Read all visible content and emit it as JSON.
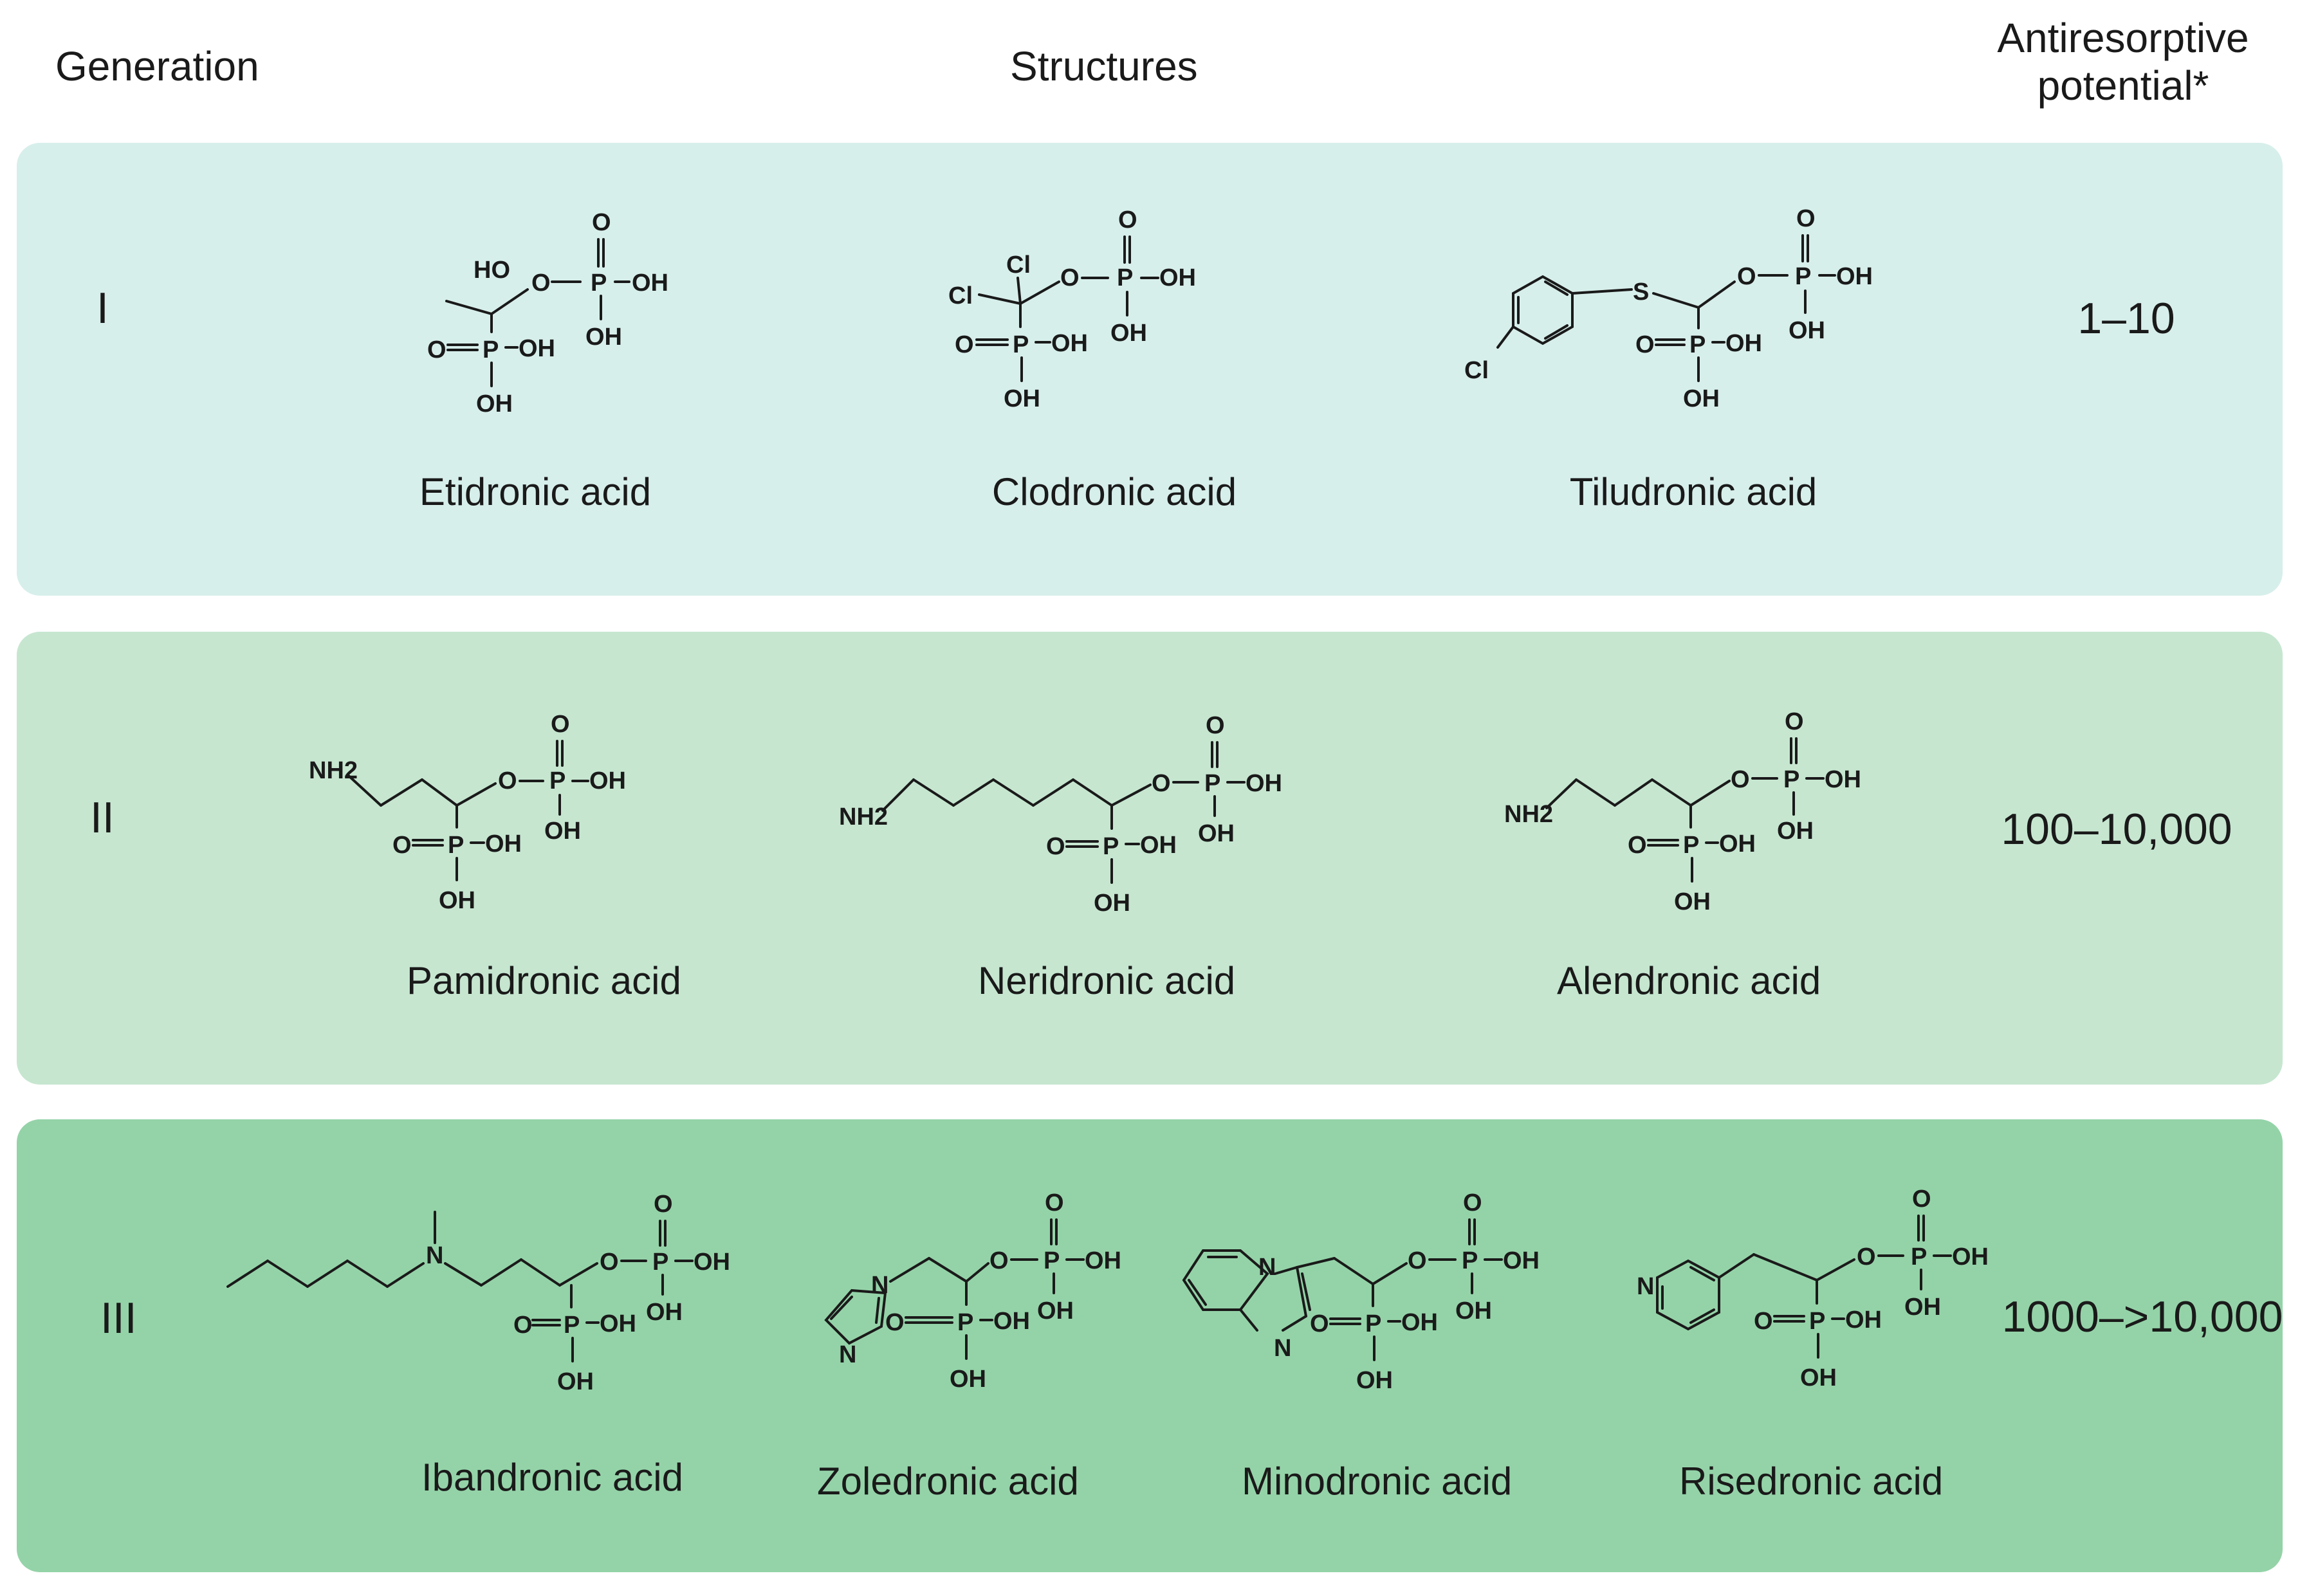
{
  "headers": {
    "generation": "Generation",
    "structures": "Structures",
    "potential_line1": "Antiresorptive",
    "potential_line2": "potential*"
  },
  "colors": {
    "gen1_bg": "#d7efeb",
    "gen2_bg": "#c6e6d0",
    "gen3_bg": "#94d3a8"
  },
  "generations": [
    {
      "label": "I",
      "potential": "1–10",
      "compounds": [
        "Etidronic acid",
        "Clodronic acid",
        "Tiludronic acid"
      ]
    },
    {
      "label": "II",
      "potential": "100–10,000",
      "compounds": [
        "Pamidronic acid",
        "Neridronic acid",
        "Alendronic acid"
      ]
    },
    {
      "label": "III",
      "potential": "1000–>10,000",
      "compounds": [
        "Ibandronic acid",
        "Zoledronic acid",
        "Minodronic acid",
        "Risedronic acid"
      ]
    }
  ],
  "atom_labels": {
    "o": "O",
    "p": "P",
    "oh": "OH",
    "ho": "HO",
    "cl": "Cl",
    "s": "S",
    "n": "N",
    "nh2": "NH2"
  }
}
